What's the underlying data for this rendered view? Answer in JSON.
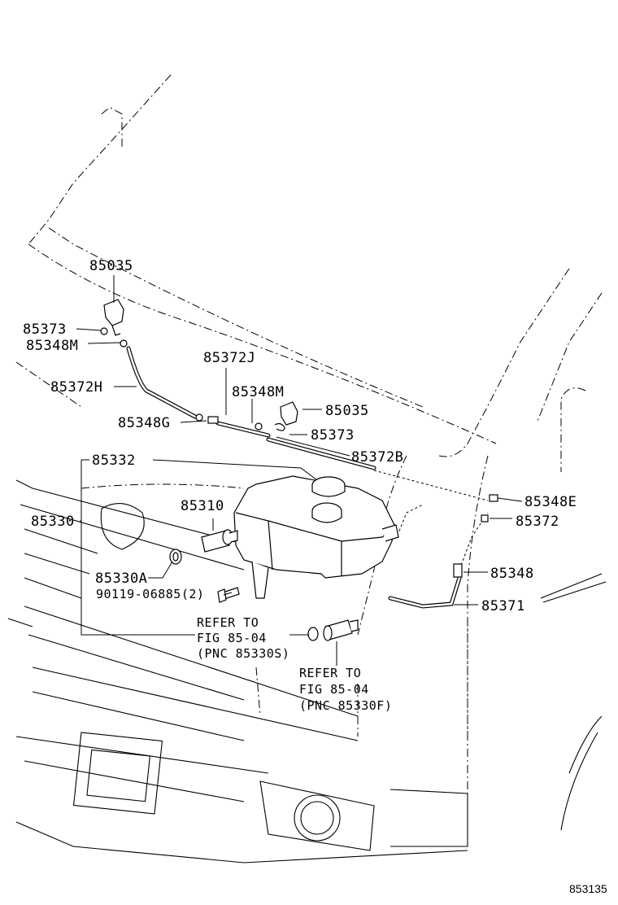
{
  "labels": {
    "l85035a": "85035",
    "l85373a": "85373",
    "l85348Ma": "85348M",
    "l85372H": "85372H",
    "l85372J": "85372J",
    "l85348Mb": "85348M",
    "l85035b": "85035",
    "l85348G": "85348G",
    "l85373b": "85373",
    "l85372B": "85372B",
    "l85332": "85332",
    "l85330": "85330",
    "l85310": "85310",
    "l85330A": "85330A",
    "l90119": "90119-06885(2)",
    "l85348E": "85348E",
    "l85372": "85372",
    "l85348": "85348",
    "l85371": "85371"
  },
  "references": {
    "ref1_line1": "REFER TO",
    "ref1_line2": "FIG 85-04",
    "ref1_line3": "(PNC 85330S)",
    "ref2_line1": "REFER TO",
    "ref2_line2": "FIG 85-04",
    "ref2_line3": "(PNC 85330F)"
  },
  "figure_id": "853135"
}
